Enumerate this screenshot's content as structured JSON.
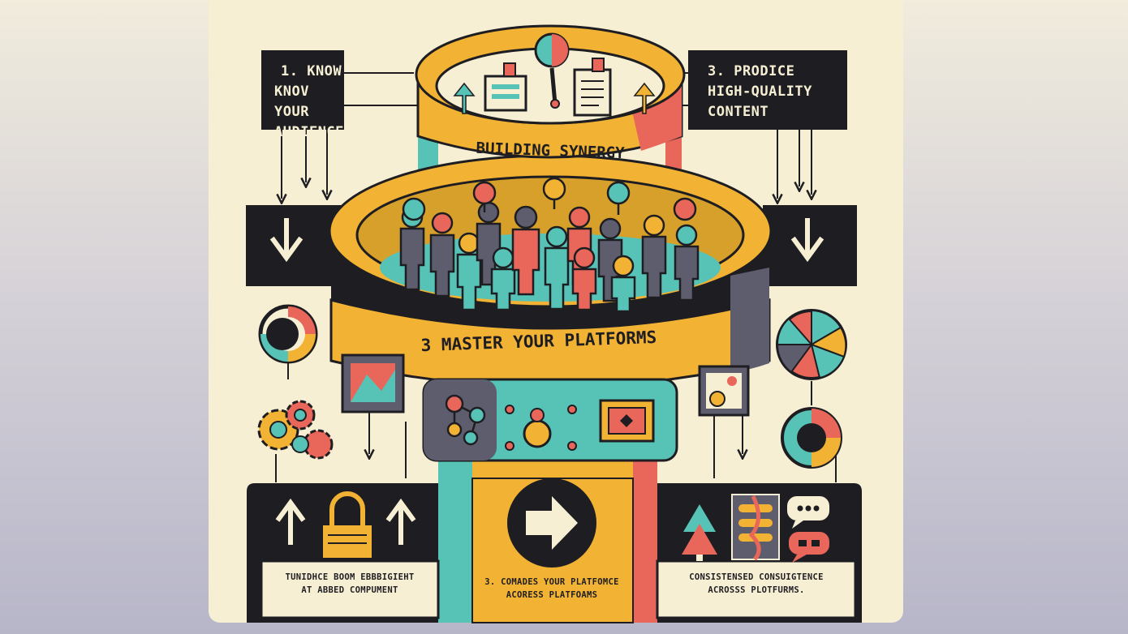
{
  "top_left_box": {
    "lines": [
      "1. KNOW",
      "KNOV YOUR",
      "AUDIENCE"
    ]
  },
  "top_right_box": {
    "lines": [
      "3. PRODICE",
      "HIGH-QUALITY",
      "CONTENT"
    ]
  },
  "ring_top_label": "BUILDING SYNERGY",
  "ring_main_label": "3 MASTER YOUR PLATFORMS",
  "bottom_left_caption": [
    "TUNIDHCE BOOM EBBBIGIEHT",
    "AT ABBED COMPUMENT"
  ],
  "bottom_center_caption": [
    "3. COMADES YOUR PLATFOMCE",
    "ACORESS PLATFOAMS"
  ],
  "bottom_right_caption": [
    "CONSISTENSED CONSUIGTENCE",
    "ACROSSS PLOTFURMS."
  ],
  "colors": {
    "dark": "#1e1e22",
    "yellow": "#f2b233",
    "teal": "#57c2b6",
    "coral": "#e8665a",
    "slate": "#5e5d6e",
    "cream": "#f7efd4"
  },
  "icons": [
    "arrow-up-icon",
    "arrow-down-icon",
    "arrow-right-icon",
    "padlock-icon",
    "magnifier-icon",
    "document-icon",
    "gear-icon",
    "pie-chart-icon",
    "donut-chart-icon",
    "chat-bubble-icon",
    "person-icon",
    "location-pin-icon",
    "image-icon",
    "tree-icon"
  ]
}
